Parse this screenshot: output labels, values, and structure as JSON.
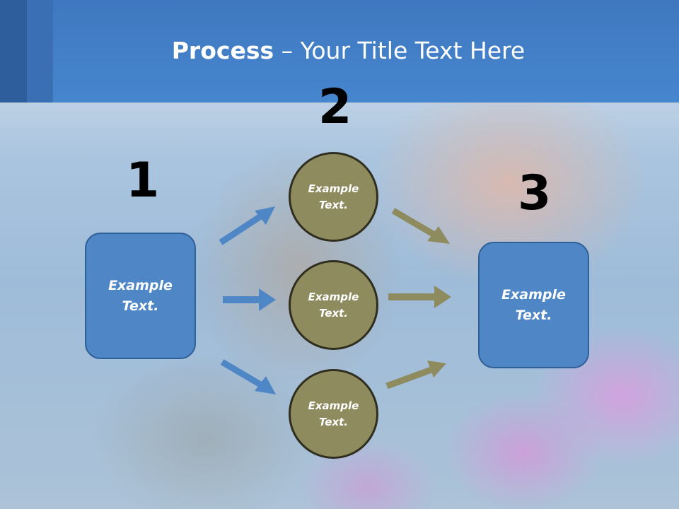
{
  "slide": {
    "title_bold": "Process",
    "title_rest": " – Your Title Text Here"
  },
  "steps": {
    "num1": "1",
    "num2": "2",
    "num3": "3"
  },
  "box_left": {
    "text": "Example Text."
  },
  "box_right": {
    "text": "Example Text."
  },
  "circles": [
    {
      "text": "Example Text."
    },
    {
      "text": "Example Text."
    },
    {
      "text": "Example Text."
    }
  ],
  "colors": {
    "header": "#4686cf",
    "box_fill": "#4f86c6",
    "circle_fill": "#8e8b5e",
    "arrow_blue": "#4f86c6",
    "arrow_olive": "#8e8b5e"
  }
}
